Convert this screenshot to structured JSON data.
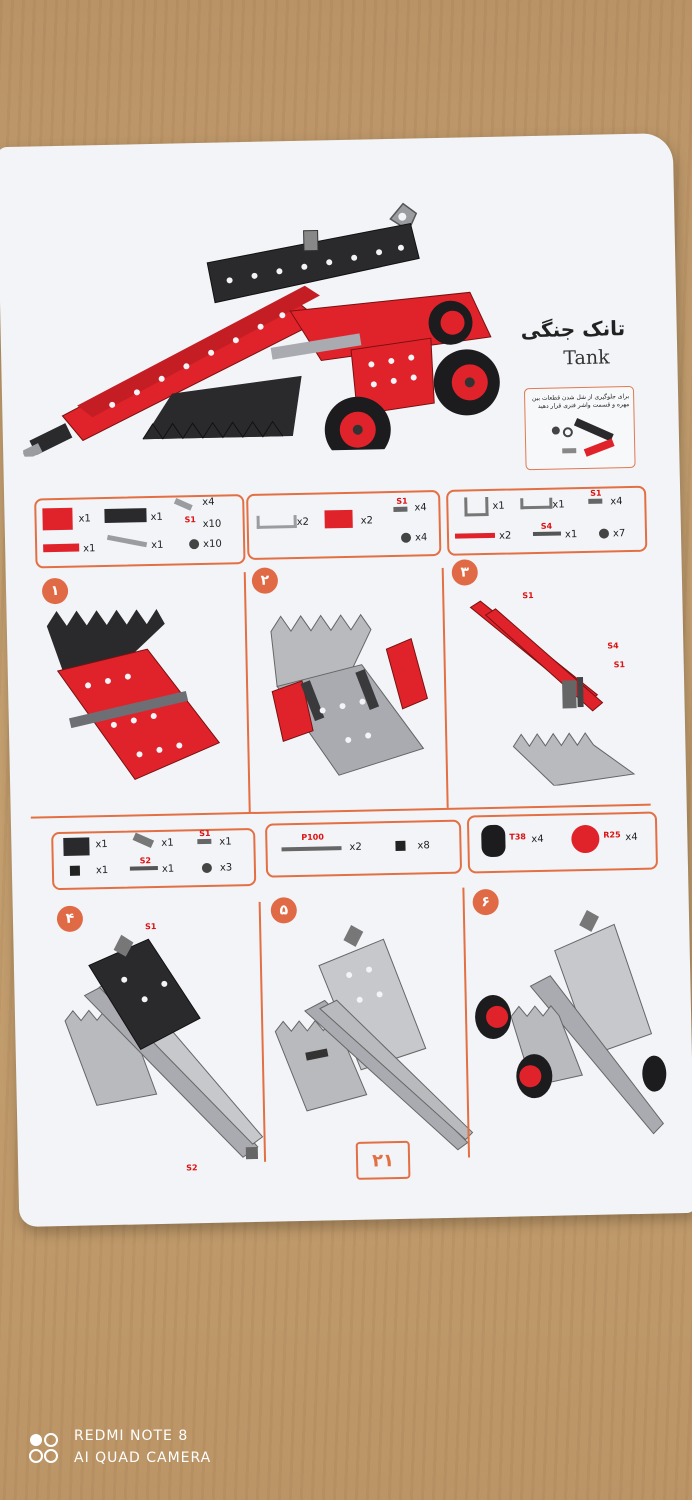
{
  "product": {
    "title_fa": "تانک جنگی",
    "title_en": "Tank"
  },
  "note": {
    "text": "برای جلوگیری از شل شدن قطعات بین مهره و قسمت واشر فنری قرار دهید"
  },
  "steps": [
    {
      "number": "۱",
      "parts": [
        {
          "qty": "x1"
        },
        {
          "qty": "x1"
        },
        {
          "qty": "x4",
          "tag": ""
        },
        {
          "qty": "x10",
          "tag": "S1"
        },
        {
          "qty": "x1"
        },
        {
          "qty": "x1"
        },
        {
          "qty": "x10"
        }
      ]
    },
    {
      "number": "۲",
      "parts": [
        {
          "qty": "x2"
        },
        {
          "qty": "x2"
        },
        {
          "qty": "x4",
          "tag": "S1"
        },
        {
          "qty": "x4"
        }
      ]
    },
    {
      "number": "۳",
      "parts": [
        {
          "qty": "x1"
        },
        {
          "qty": "x1"
        },
        {
          "qty": "x4",
          "tag": "S1"
        },
        {
          "qty": "x2"
        },
        {
          "qty": "x1",
          "tag": "S4"
        },
        {
          "qty": "x7"
        }
      ],
      "callouts": [
        "S1",
        "S4",
        "S1"
      ]
    },
    {
      "number": "۴",
      "parts": [
        {
          "qty": "x1"
        },
        {
          "qty": "x1"
        },
        {
          "qty": "x1",
          "tag": "S1"
        },
        {
          "qty": "x1"
        },
        {
          "qty": "x1",
          "tag": "S2"
        },
        {
          "qty": "x3"
        }
      ],
      "callouts": [
        "S1",
        "S2"
      ]
    },
    {
      "number": "۵",
      "parts": [
        {
          "qty": "x2",
          "tag": "P100"
        },
        {
          "qty": "x8"
        }
      ]
    },
    {
      "number": "۶",
      "parts": [
        {
          "qty": "x4",
          "tag": "T38"
        },
        {
          "qty": "x4",
          "tag": "R25"
        }
      ]
    }
  ],
  "page_number": "۲۱",
  "watermark": {
    "line1": "REDMI NOTE 8",
    "line2": "AI QUAD CAMERA"
  },
  "colors": {
    "accent": "#e36f43",
    "part_red": "#e0232b",
    "part_black": "#2a2a2d",
    "part_silver": "#a9abb0"
  }
}
